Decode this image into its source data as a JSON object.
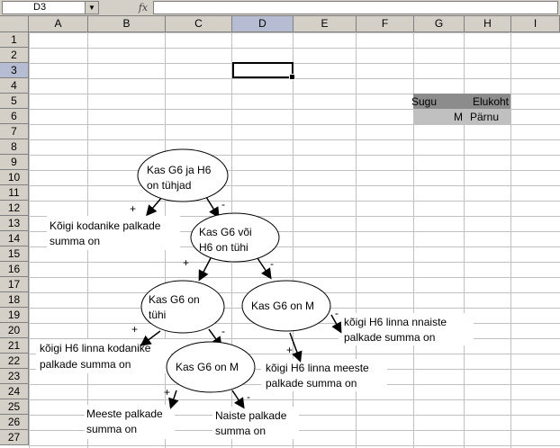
{
  "formula_bar": {
    "cell_ref": "D3",
    "fx_label": "fx",
    "formula": ""
  },
  "columns": [
    "A",
    "B",
    "C",
    "D",
    "E",
    "F",
    "G",
    "H",
    "I"
  ],
  "rows": [
    "1",
    "2",
    "3",
    "4",
    "5",
    "6",
    "7",
    "8",
    "9",
    "10",
    "11",
    "12",
    "13",
    "14",
    "15",
    "16",
    "17",
    "18",
    "19",
    "20",
    "21",
    "22",
    "23",
    "24",
    "25",
    "26",
    "27"
  ],
  "table": {
    "headers": [
      "Sugu",
      "Elukoht"
    ],
    "values": [
      "M",
      "Pärnu"
    ]
  },
  "diagram": {
    "nodes": {
      "q1": [
        "Kas G6 ja H6",
        "on tühjad"
      ],
      "q2": [
        "Kas G6 või",
        "H6 on tühi"
      ],
      "q3": [
        "Kas G6 on",
        "tühi"
      ],
      "q4": [
        "Kas G6 on M"
      ],
      "q5": [
        "Kas G6 on M"
      ]
    },
    "results": {
      "r_all": [
        "Kõigi kodanike palkade",
        "summa on"
      ],
      "r_city_women": [
        "kõigi H6 linna nnaiste",
        "palkade summa on"
      ],
      "r_city_all": [
        "kõigi H6 linna kodanike",
        "palkade summa on"
      ],
      "r_city_men": [
        "kõigi H6 linna meeste",
        "palkade summa on"
      ],
      "r_men": [
        "Meeste palkade",
        "summa on"
      ],
      "r_women": [
        "Naiste palkade",
        "summa on"
      ]
    },
    "signs": {
      "plus": "+",
      "minus": "-"
    }
  }
}
